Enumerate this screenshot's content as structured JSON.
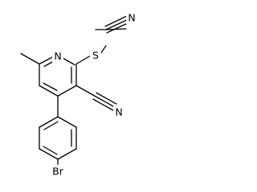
{
  "molecule": {
    "atoms": {
      "ring_nitrogen": "N",
      "sulfur": "S",
      "nitrile_n_top": "N",
      "nitrile_n_right": "N",
      "bromine": "Br"
    }
  }
}
